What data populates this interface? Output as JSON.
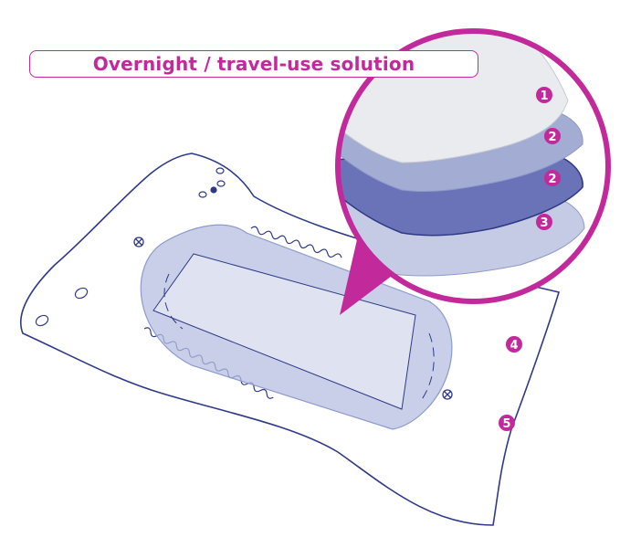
{
  "title": "Overnight / travel-use solution",
  "colors": {
    "accent": "#c2299a",
    "outline": "#2f3a86",
    "pad": "#b7bfe0",
    "pad_dark": "#8f9acb",
    "layer_top": "#e9ebef",
    "layer_mid": "#a3acd3",
    "layer_dark": "#6a73b7",
    "layer_bottom": "#c5cbe4"
  },
  "badges": {
    "b1": "1",
    "b2a": "2",
    "b2b": "2",
    "b3": "3",
    "b4": "4",
    "b5": "5"
  }
}
